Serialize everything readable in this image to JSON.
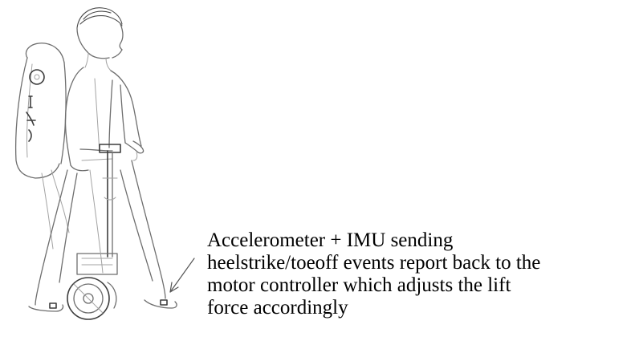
{
  "caption": {
    "text": "Accelerometer + IMU sending\nheelstrike/toeoff events report back to the\nmotor controller which adjusts the lift\nforce accordingly"
  },
  "sketch": {
    "subject": "person walking with backpack-mounted lift device, wheel and foot sensors",
    "arrow_target": "foot sensor"
  }
}
